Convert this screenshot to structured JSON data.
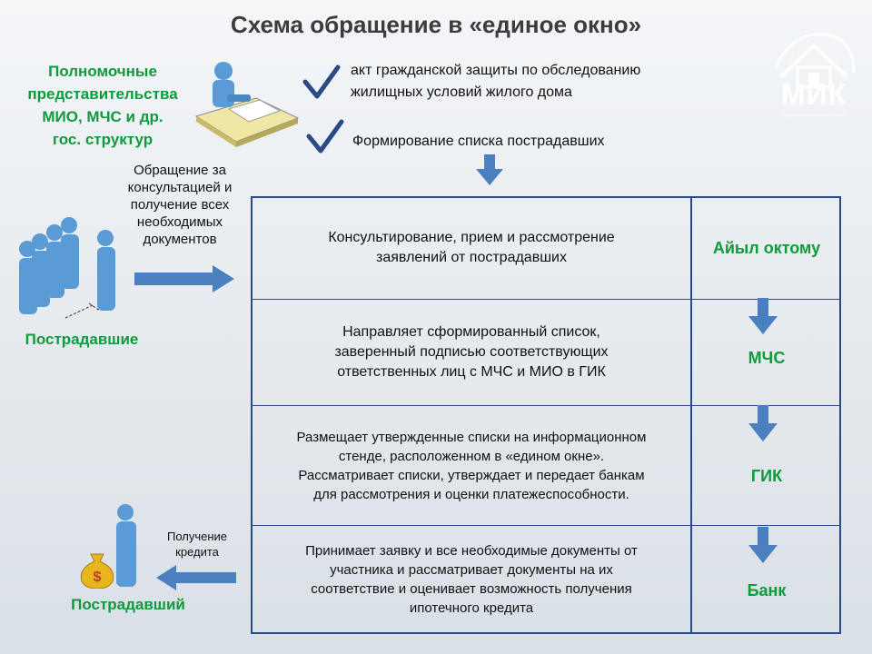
{
  "title": "Схема обращение в «единое окно»",
  "representatives": [
    "Полномочные",
    "представительства",
    "МИО,  МЧС  и  др.",
    "гос.  структур"
  ],
  "checks": [
    [
      "акт гражданской защиты по обследованию",
      "жилищных  условий жилого дома"
    ],
    [
      "Формирование  списка  пострадавших"
    ]
  ],
  "appeal": [
    "Обращение за",
    "консультацией и",
    "получение всех",
    "необходимых",
    "документов"
  ],
  "victims_label": "Пострадавшие",
  "victim_label": "Пострадавший",
  "credit_label": [
    "Получение",
    "кредита"
  ],
  "steps": [
    {
      "text": [
        "Консультирование,  прием  и рассмотрение",
        "заявлений  от пострадавших"
      ],
      "org": "Айыл  октому"
    },
    {
      "text": [
        "Направляет  сформированный  список,",
        "заверенный  подписью  соответствующих",
        "ответственных лиц  с МЧС и МИО в ГИК"
      ],
      "org": "МЧС"
    },
    {
      "text": [
        "Размещает утвержденные списки на информационном",
        "стенде, расположенном в «едином окне».",
        "Рассматривает списки, утверждает и передает банкам",
        "для рассмотрения и оценки платежеспособности."
      ],
      "org": "ГИК"
    },
    {
      "text": [
        "Принимает заявку и все необходимые документы от",
        "участника и рассматривает документы на их",
        "соответствие и оценивает возможность получения",
        "ипотечного кредита"
      ],
      "org": "Банк"
    }
  ],
  "logo": {
    "text": "МИК",
    "subtitle": "Государственная Ипотечная Компания"
  },
  "money_symbol": "$",
  "colors": {
    "arrow": "#4a7fc0",
    "green": "#0f9a3c",
    "border": "#2a4a86",
    "figure": "#5b9bd5",
    "bag": "#e8b51c"
  }
}
